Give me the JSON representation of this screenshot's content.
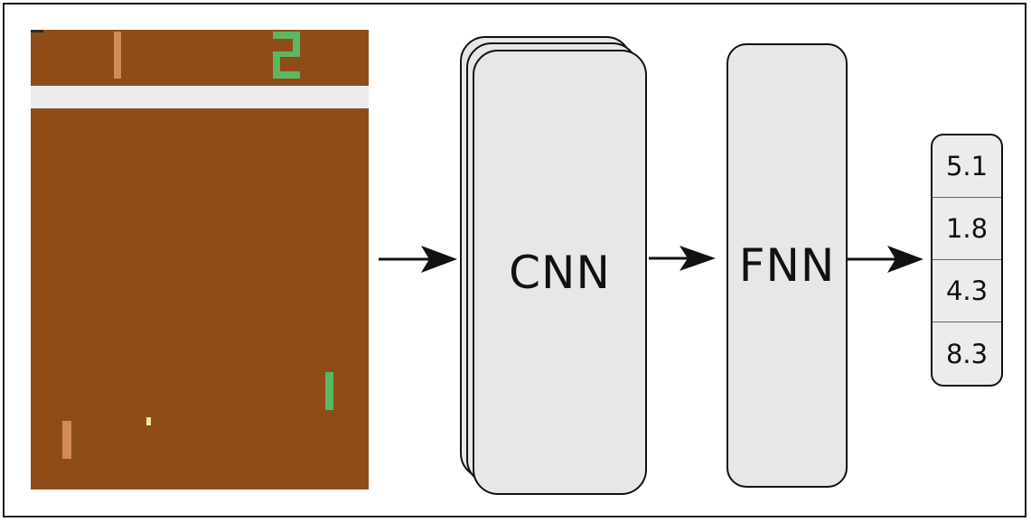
{
  "game": {
    "background_color": "#8e4c18",
    "wall_color": "#ececec",
    "left_score_color": "#d38a56",
    "right_score_color": "#5cb860",
    "right_score_glyph": "2"
  },
  "blocks": {
    "cnn_label": "CNN",
    "fnn_label": "FNN",
    "fill_color": "#e7e7e7"
  },
  "outputs": [
    "5.1",
    "1.8",
    "4.3",
    "8.3"
  ]
}
